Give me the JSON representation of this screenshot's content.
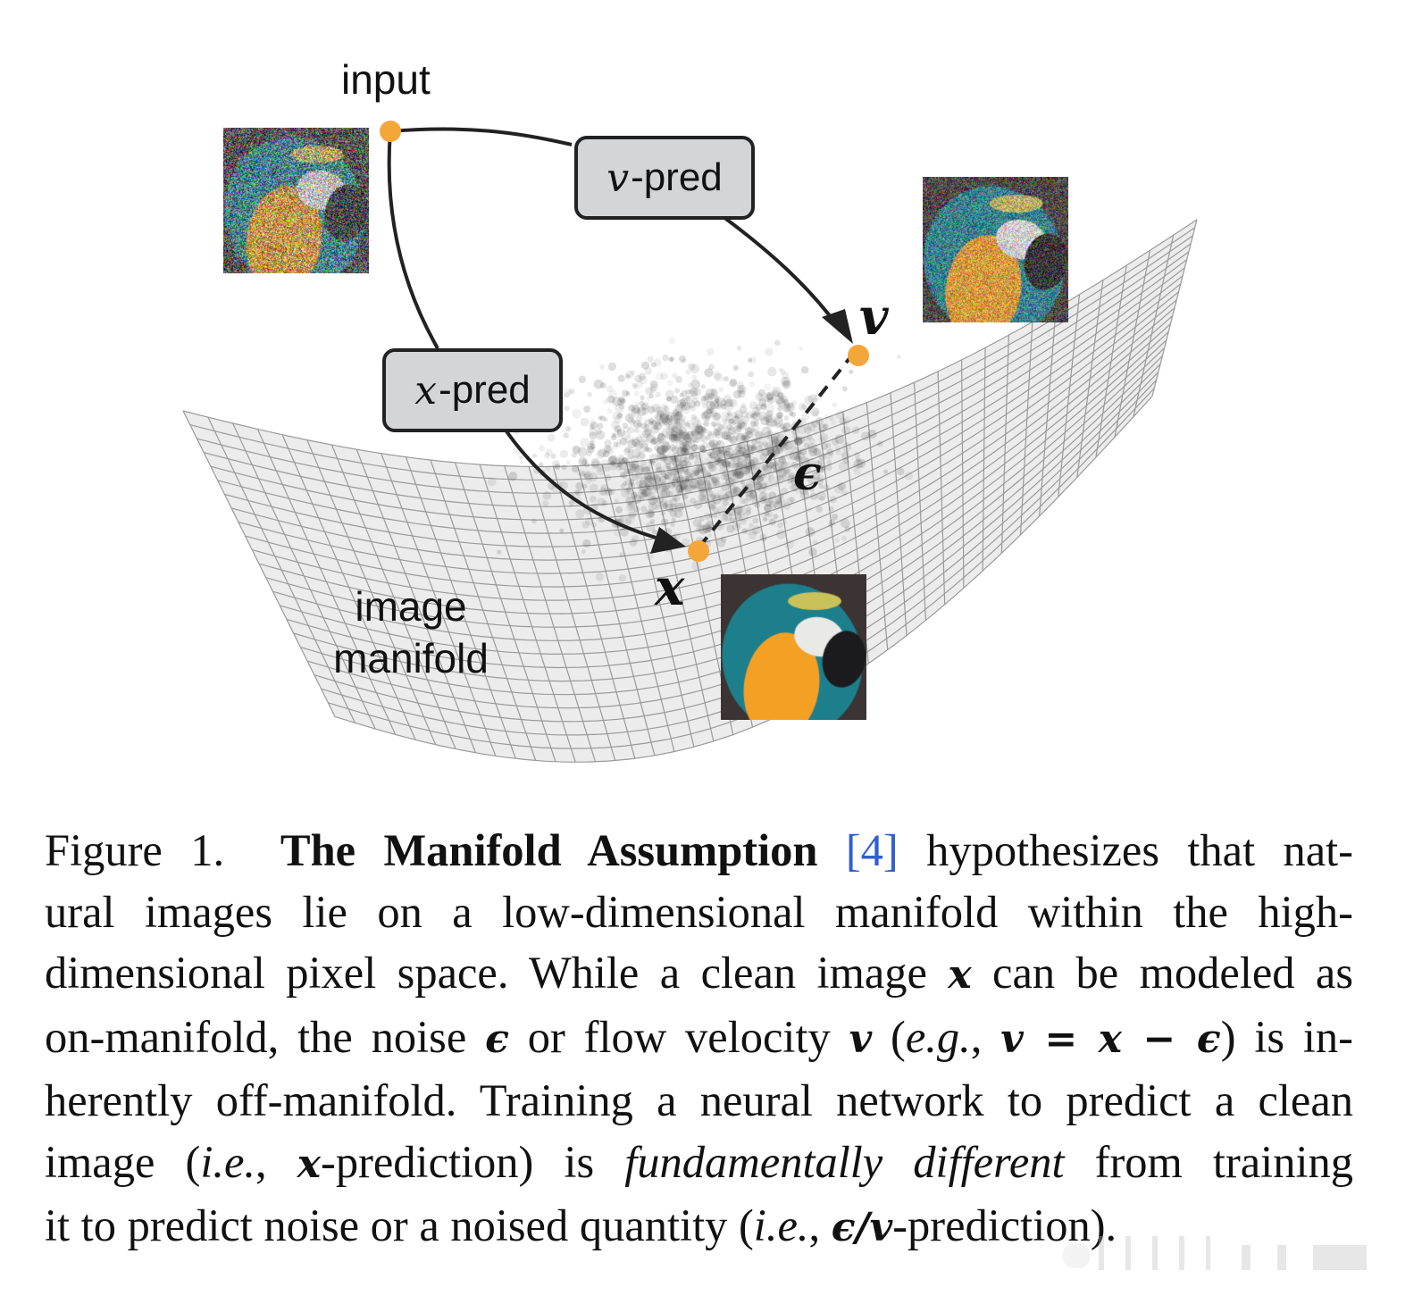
{
  "figure": {
    "labels": {
      "input": "input",
      "image_manifold_line1": "image",
      "image_manifold_line2": "manifold",
      "v_symbol": "v",
      "x_symbol": "x",
      "epsilon_symbol": "ϵ"
    },
    "boxes": {
      "v_pred": {
        "math": "v",
        "text": "-pred"
      },
      "x_pred": {
        "math": "x",
        "text": "-pred"
      }
    },
    "images": {
      "input_noisy": "heavily noised parrot image",
      "v_noisy": "partially noised parrot image",
      "x_clean": "clean macaw parrot image"
    },
    "colors": {
      "point": "#f5a63b",
      "box_fill": "#d4d5d7",
      "arrow": "#222222",
      "grid_line": "#9a9a9a",
      "manifold_fill": "#ececec",
      "citation": "#2f5fd0"
    }
  },
  "caption": {
    "figure_label": "Figure 1.",
    "title": "The Manifold Assumption",
    "citation": "[4]",
    "lines": [
      [
        "hypothesizes that nat-"
      ],
      [
        "ural images lie on a low-dimensional manifold within the high-"
      ],
      [
        "dimensional pixel space. While a clean image ",
        "x",
        " can be modeled as"
      ],
      [
        "on-manifold, the noise ",
        "ϵ",
        " or flow velocity ",
        "v",
        " (",
        "e.g.",
        ", ",
        "v = x − ϵ",
        ") is in-"
      ],
      [
        "herently off-manifold. Training a neural network to predict a clean"
      ],
      [
        "image (",
        "i.e.",
        ", ",
        "x",
        "-prediction) is ",
        "fundamentally different",
        " from training"
      ],
      [
        "it to predict noise or a noised quantity (",
        "i.e.",
        ", ",
        "ϵ/v",
        "-prediction)."
      ]
    ]
  }
}
